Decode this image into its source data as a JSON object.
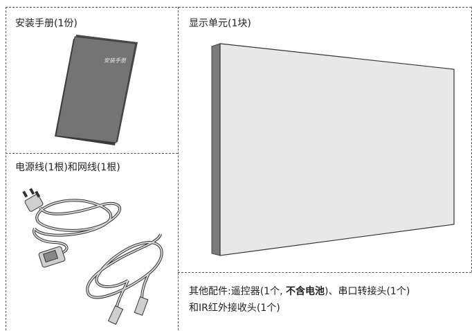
{
  "manual_panel": {
    "title": "安装手册(1份)",
    "booklet_text": "安装手册"
  },
  "display_panel": {
    "title": "显示单元(1块)"
  },
  "cables_panel": {
    "title": "电源线(1根)和网线(1根)"
  },
  "accessories": {
    "line1_prefix": "其他配件:遥控器(1个, ",
    "line1_bold": "不含电池",
    "line1_suffix": ")、串口转接头(1个)",
    "line2": "和IR红外接收头(1个)"
  },
  "colors": {
    "booklet_fill": "#6f6f6f",
    "booklet_edge": "#3d3d3d",
    "display_face": "#e8e8e8",
    "display_side": "#777777",
    "cable_fill": "#d0d0d0"
  }
}
